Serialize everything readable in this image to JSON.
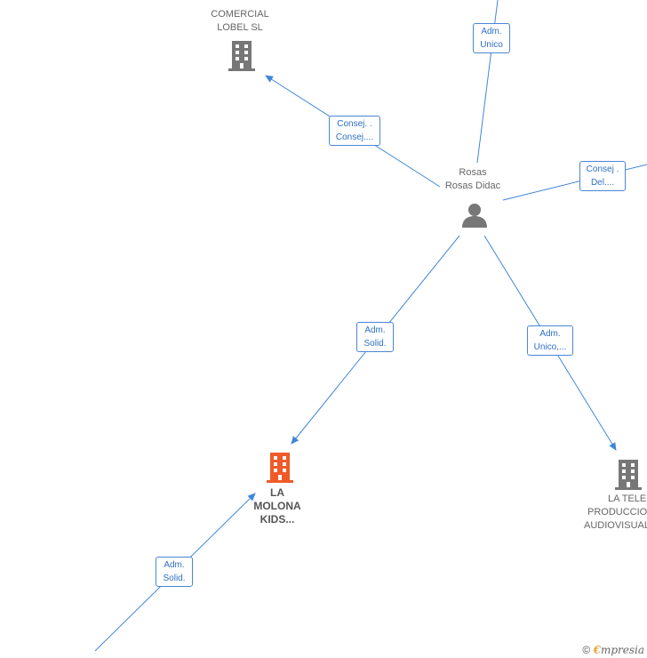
{
  "colors": {
    "edge": "#3f86d8",
    "company": "#777777",
    "focus_company": "#f05a28",
    "person": "#777777"
  },
  "nodes": {
    "comercial": {
      "lines": [
        "COMERCIAL",
        "LOBEL SL"
      ],
      "icon": "building-icon"
    },
    "person": {
      "lines": [
        "Rosas",
        "Rosas Didac"
      ],
      "icon": "person-icon"
    },
    "molona": {
      "lines": [
        "LA",
        "MOLONA",
        "KIDS..."
      ],
      "icon": "building-icon"
    },
    "latele": {
      "lines": [
        "LA TELE",
        "PRODUCCIO",
        "AUDIOVISUAL"
      ],
      "icon": "building-icon"
    }
  },
  "edges": {
    "top": {
      "lines": [
        "Adm.",
        "Unico"
      ]
    },
    "comercial": {
      "lines": [
        "Consej. .",
        "Consej...."
      ]
    },
    "right": {
      "lines": [
        "Consej .",
        "Del...."
      ]
    },
    "molona": {
      "lines": [
        "Adm.",
        "Solid."
      ]
    },
    "latele": {
      "lines": [
        "Adm.",
        "Unico,..."
      ]
    },
    "bottom": {
      "lines": [
        "Adm.",
        "Solid."
      ]
    }
  },
  "footer": {
    "copyright": "©",
    "brand_initial": "€",
    "brand_rest": "mpresia"
  }
}
